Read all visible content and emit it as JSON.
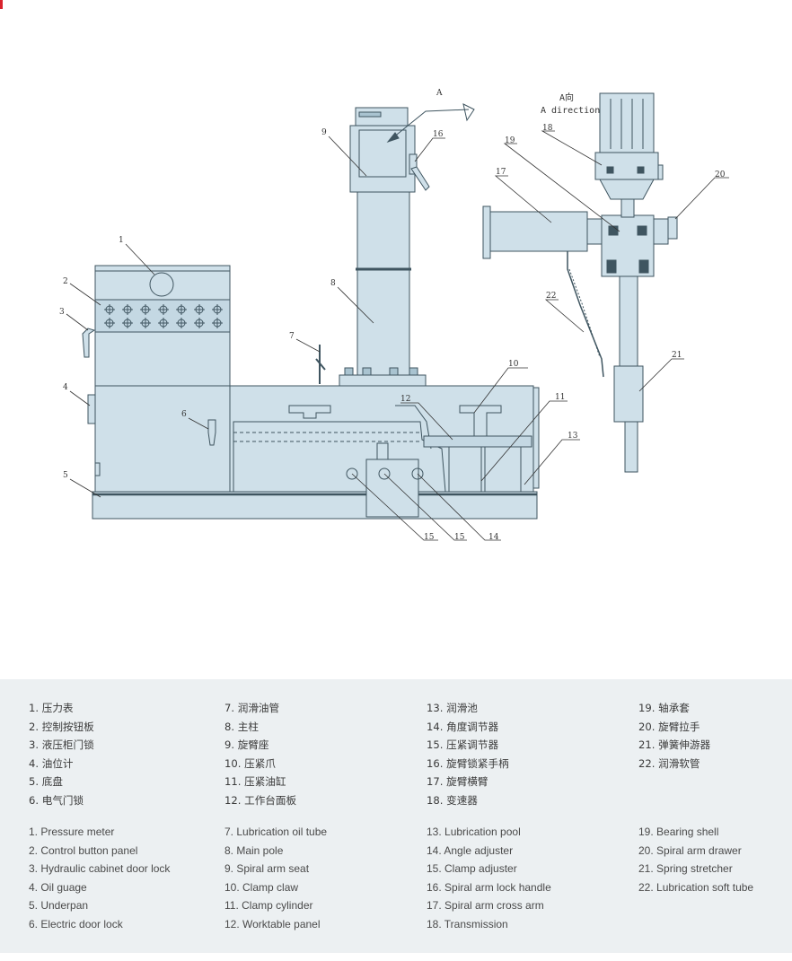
{
  "colors": {
    "fill": "#cfe0e9",
    "fill_dark": "#a9c3d0",
    "stroke": "#3f5560",
    "text": "#333333",
    "legend_bg": "#ecf0f2",
    "accent": "#d9232d"
  },
  "diagram": {
    "direction_top": "A",
    "direction_side_cn": "A向",
    "direction_side_en": "A direction",
    "callouts": [
      {
        "id": "c1",
        "label": "1"
      },
      {
        "id": "c2",
        "label": "2"
      },
      {
        "id": "c3",
        "label": "3"
      },
      {
        "id": "c4",
        "label": "4"
      },
      {
        "id": "c5",
        "label": "5"
      },
      {
        "id": "c6",
        "label": "6"
      },
      {
        "id": "c7",
        "label": "7"
      },
      {
        "id": "c8",
        "label": "8"
      },
      {
        "id": "c9",
        "label": "9"
      },
      {
        "id": "c10",
        "label": "10"
      },
      {
        "id": "c11",
        "label": "11"
      },
      {
        "id": "c12",
        "label": "12"
      },
      {
        "id": "c13",
        "label": "13"
      },
      {
        "id": "c14",
        "label": "14"
      },
      {
        "id": "c15a",
        "label": "15"
      },
      {
        "id": "c15b",
        "label": "15"
      },
      {
        "id": "c16",
        "label": "16"
      },
      {
        "id": "c17",
        "label": "17"
      },
      {
        "id": "c18",
        "label": "18"
      },
      {
        "id": "c19",
        "label": "19"
      },
      {
        "id": "c20",
        "label": "20"
      },
      {
        "id": "c21",
        "label": "21"
      },
      {
        "id": "c22",
        "label": "22"
      }
    ]
  },
  "legend": {
    "cn": [
      [
        "1. 压力表",
        "2. 控制按钮板",
        "3. 液压柜门锁",
        "4. 油位计",
        "5. 底盘",
        "6. 电气门锁"
      ],
      [
        "7. 润滑油管",
        "8. 主柱",
        "9. 旋臂座",
        "10. 压紧爪",
        "11. 压紧油缸",
        "12. 工作台面板"
      ],
      [
        "13. 润滑池",
        "14. 角度调节器",
        "15. 压紧调节器",
        "16. 旋臂锁紧手柄",
        "17. 旋臂横臂",
        "18. 变速器"
      ],
      [
        "19. 轴承套",
        "20. 旋臂拉手",
        "21. 弹簧伸游器",
        "22. 润滑软管"
      ]
    ],
    "en": [
      [
        "1. Pressure meter",
        "2. Control button panel",
        "3. Hydraulic cabinet  door lock",
        "4. Oil guage",
        "5. Underpan",
        "6. Electric door lock"
      ],
      [
        "7. Lubrication oil tube",
        "8. Main pole",
        "9. Spiral arm seat",
        "10. Clamp claw",
        "11. Clamp cylinder",
        "12. Worktable panel"
      ],
      [
        "13. Lubrication pool",
        "14. Angle adjuster",
        "15. Clamp adjuster",
        "16. Spiral arm lock handle",
        "17. Spiral arm cross arm",
        "18. Transmission"
      ],
      [
        "19. Bearing shell",
        "20. Spiral arm drawer",
        "21. Spring stretcher",
        "22. Lubrication soft tube"
      ]
    ]
  }
}
